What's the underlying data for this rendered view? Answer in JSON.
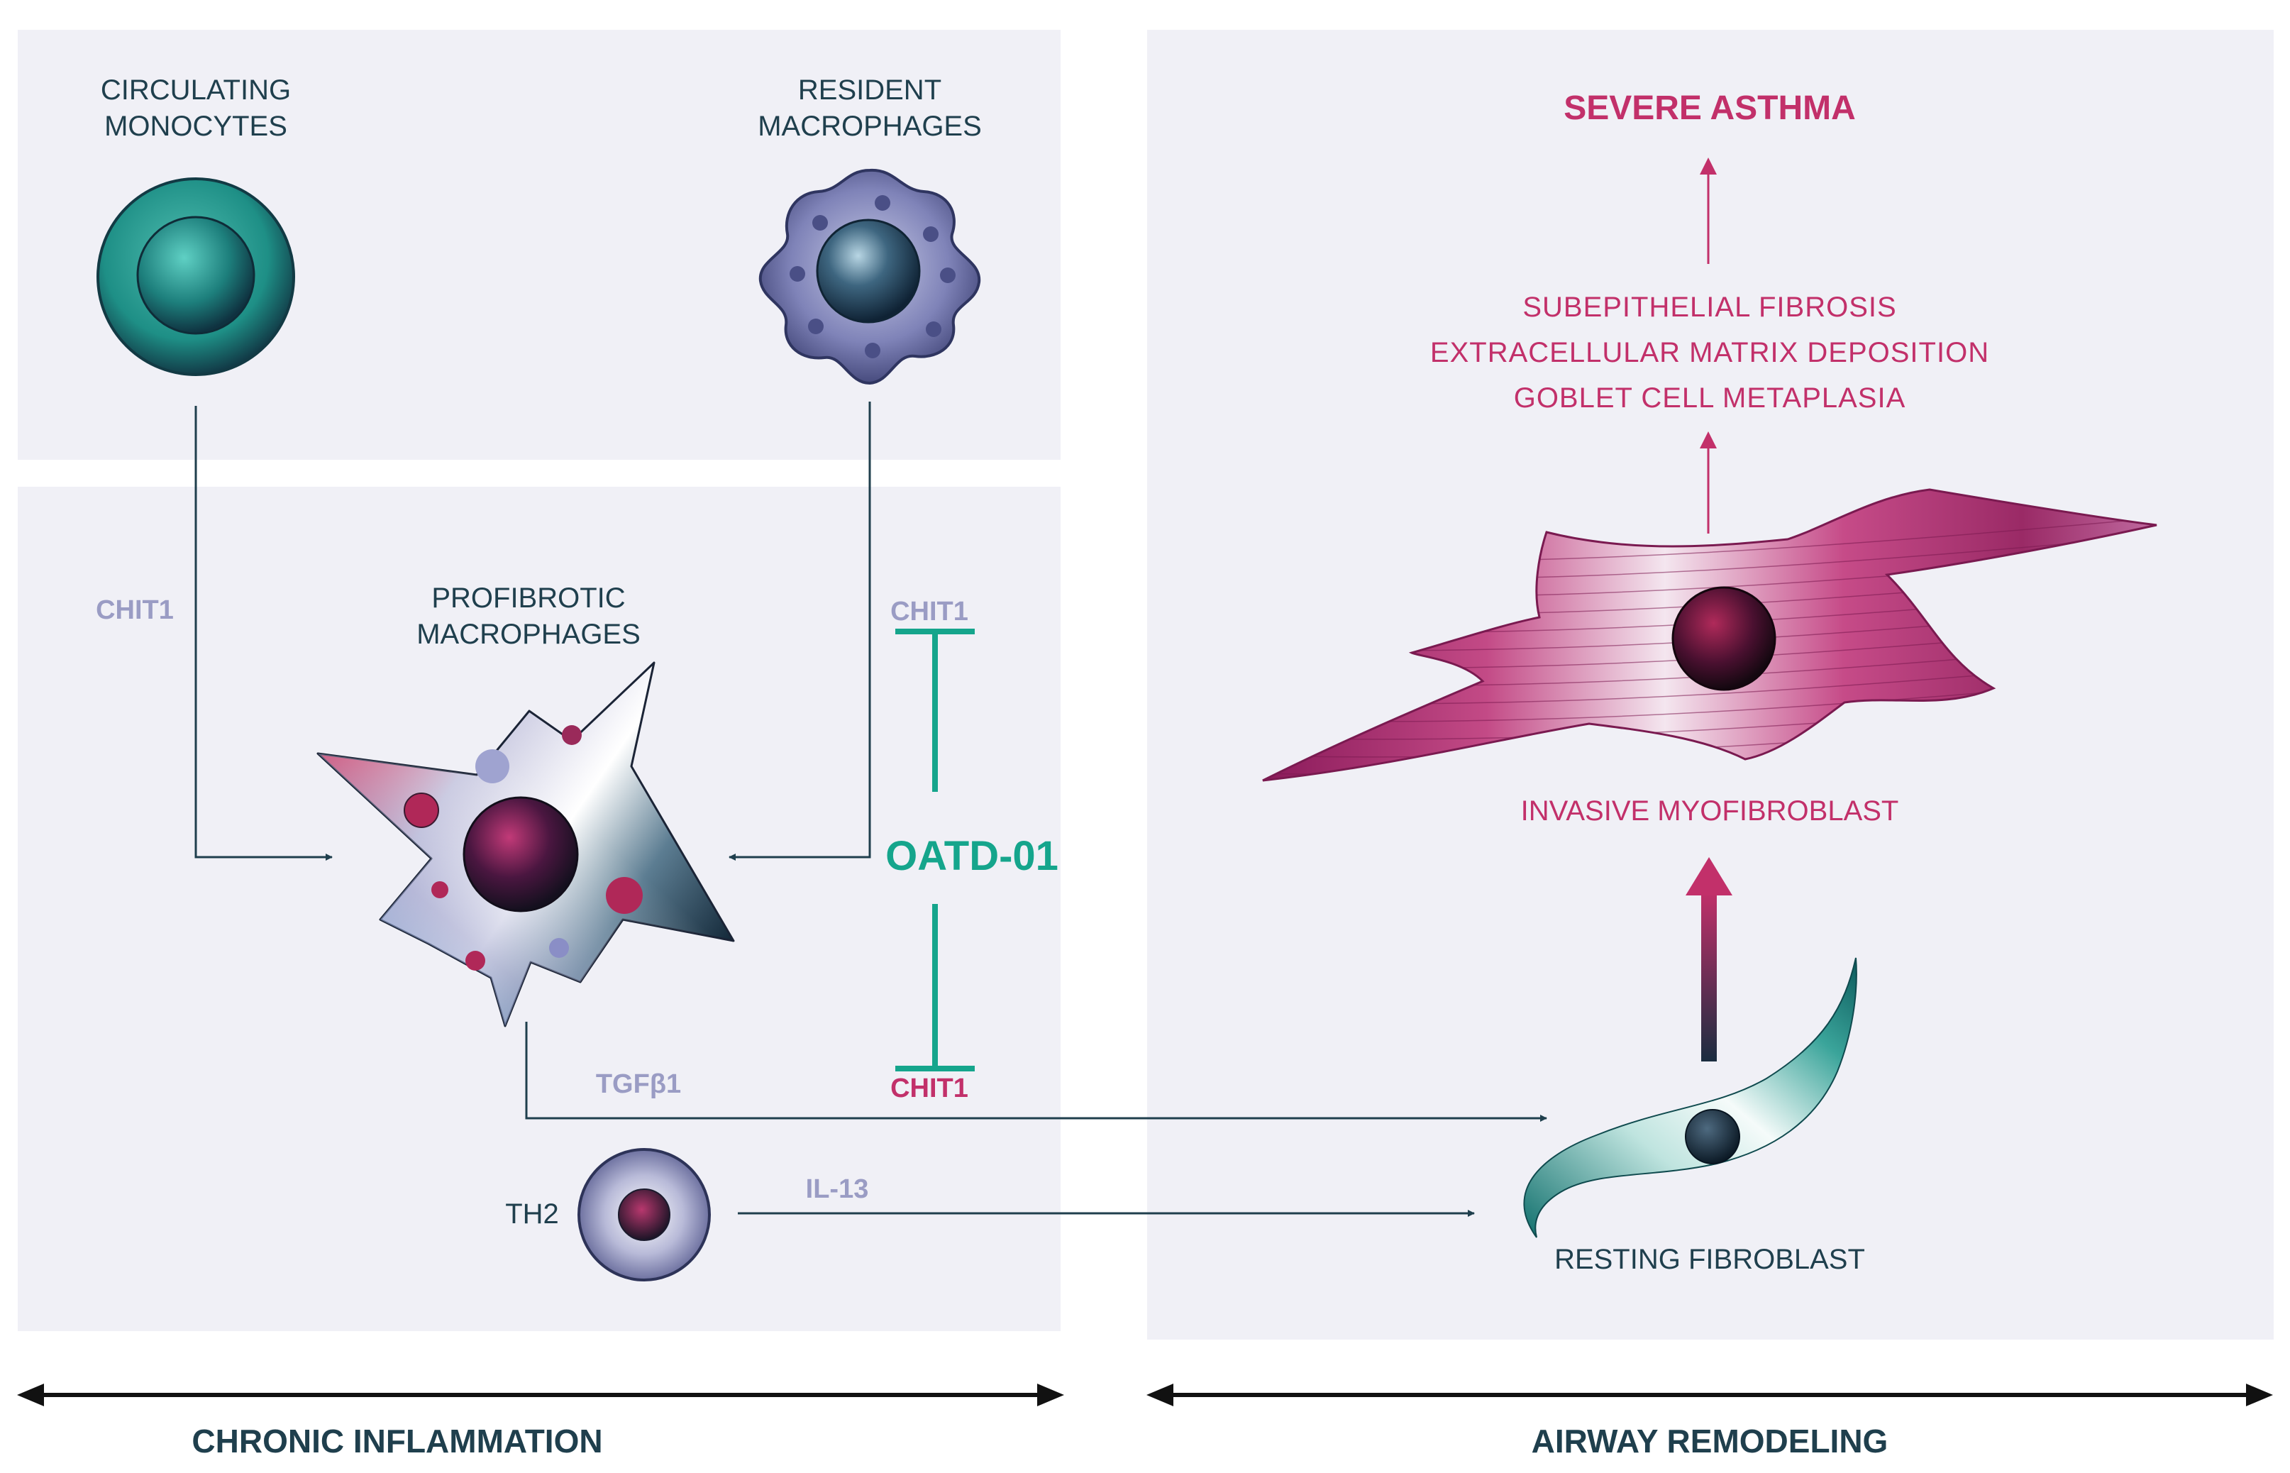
{
  "cells": {
    "circulating_monocytes": "CIRCULATING\nMONOCYTES",
    "resident_macrophages": "RESIDENT\nMACROPHAGES",
    "profibrotic_macrophages": "PROFIBROTIC\nMACROPHAGES",
    "th2": "TH2",
    "resting_fibroblast": "RESTING FIBROBLAST",
    "invasive_myofibroblast": "INVASIVE MYOFIBROBLAST"
  },
  "mediators": {
    "chit1_left": "CHIT1",
    "chit1_top": "CHIT1",
    "chit1_bottom": "CHIT1",
    "tgfb1": "TGFβ1",
    "il13": "IL-13"
  },
  "drug": "OATD-01",
  "outcomes": {
    "title": "SEVERE ASTHMA",
    "items": [
      "SUBEPITHELIAL FIBROSIS",
      "EXTRACELLULAR MATRIX DEPOSITION",
      "GOBLET CELL METAPLASIA"
    ]
  },
  "phases": {
    "left": "CHRONIC INFLAMMATION",
    "right": "AIRWAY REMODELING"
  },
  "colors": {
    "dark": "#1f3f4d",
    "lavender": "#9a9cc4",
    "pink": "#c2306a",
    "teal": "#15a58c",
    "panel": "#f0f0f6"
  }
}
